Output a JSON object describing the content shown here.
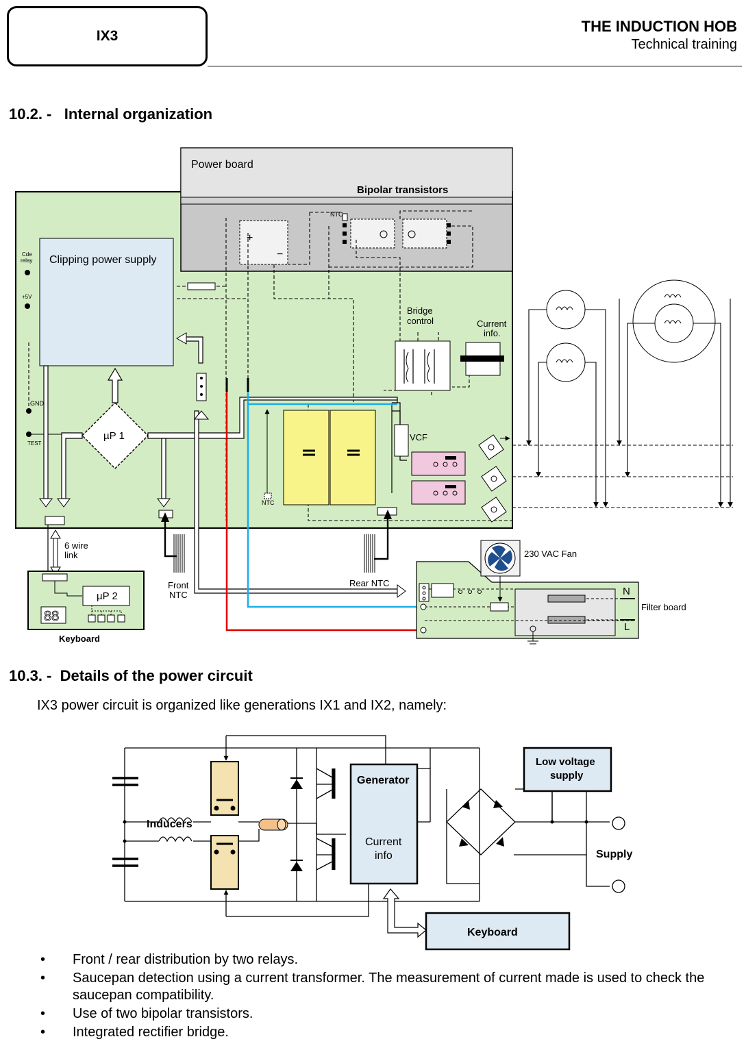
{
  "header": {
    "model": "IX3",
    "title": "THE INDUCTION HOB",
    "subtitle": "Technical training"
  },
  "section_internal": {
    "number": "10.2. -",
    "heading": "Internal organization"
  },
  "internal_diagram": {
    "power_board": "Power board",
    "bipolar_transistors": "Bipolar transistors",
    "clipping_power_supply": "Clipping power supply",
    "cde_relay_line1": "Cde",
    "cde_relay_line2": "relay",
    "plus5v": "+5V",
    "gnd": "GND",
    "test": "TEST",
    "up1": "µP 1",
    "ntc_top": "NTC",
    "ntc_small": "NTC",
    "bridge_control_line1": "Bridge",
    "bridge_control_line2": "control",
    "current_info_line1": "Current",
    "current_info_line2": "info.",
    "vcf": "VCF",
    "six_wire_line1": "6 wire",
    "six_wire_line2": "link",
    "up2": "µP 2",
    "keyboard": "Keyboard",
    "front_ntc_line1": "Front",
    "front_ntc_line2": "NTC",
    "rear_ntc": "Rear NTC",
    "fan": "230 VAC Fan",
    "filter_board": "Filter board",
    "n": "N",
    "l": "L",
    "display_digits": "88"
  },
  "section_power": {
    "number": "10.3. -",
    "heading": "Details of the power circuit"
  },
  "intro_text": "IX3 power circuit is organized like generations IX1 and IX2, namely:",
  "power_diagram": {
    "generator": "Generator",
    "current_info_line1": "Current",
    "current_info_line2": "info",
    "low_voltage_line1": "Low voltage",
    "low_voltage_line2": "supply",
    "inducers": "Inducers",
    "supply": "Supply",
    "keyboard": "Keyboard"
  },
  "bullets": [
    "Front / rear distribution by two relays.",
    "Saucepan detection using a current transformer. The measurement of current made is used to check the saucepan compatibility.",
    "Use of two bipolar transistors.",
    "Integrated rectifier bridge."
  ],
  "colors": {
    "board_green": "#d4ecc4",
    "power_grey": "#c8c8c8",
    "supply_blue": "#dde9f3",
    "capacitor_yellow": "#f8f48a",
    "relay_pink": "#f2c8de",
    "relay_tan": "#f4e3b0",
    "wire_red": "#e00000",
    "wire_blue": "#1aaeea"
  }
}
